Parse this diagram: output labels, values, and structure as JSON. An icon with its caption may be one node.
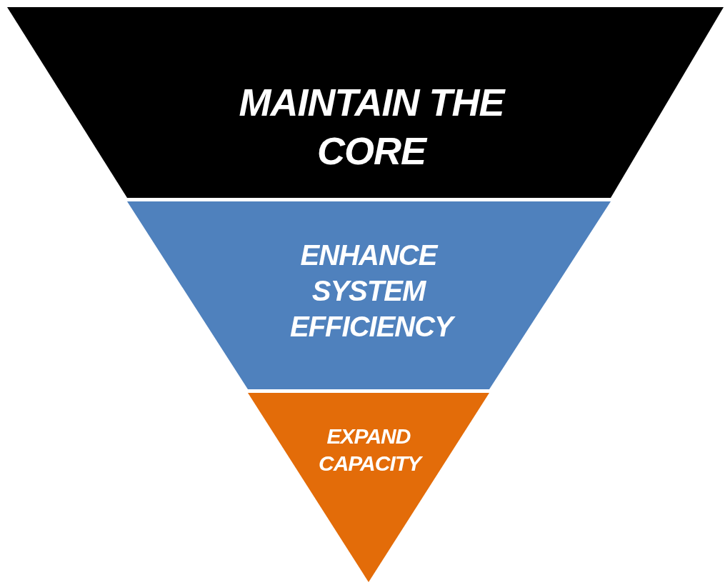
{
  "diagram": {
    "nodes": [
      {
        "text": [
          "MAINTAIN THE CORE"
        ]
      },
      {
        "text": [
          "ENHANCE SYSTEM EFFICIENCY"
        ]
      },
      {
        "text": [
          "EXPAND CAPACITY"
        ]
      }
    ]
  }
}
